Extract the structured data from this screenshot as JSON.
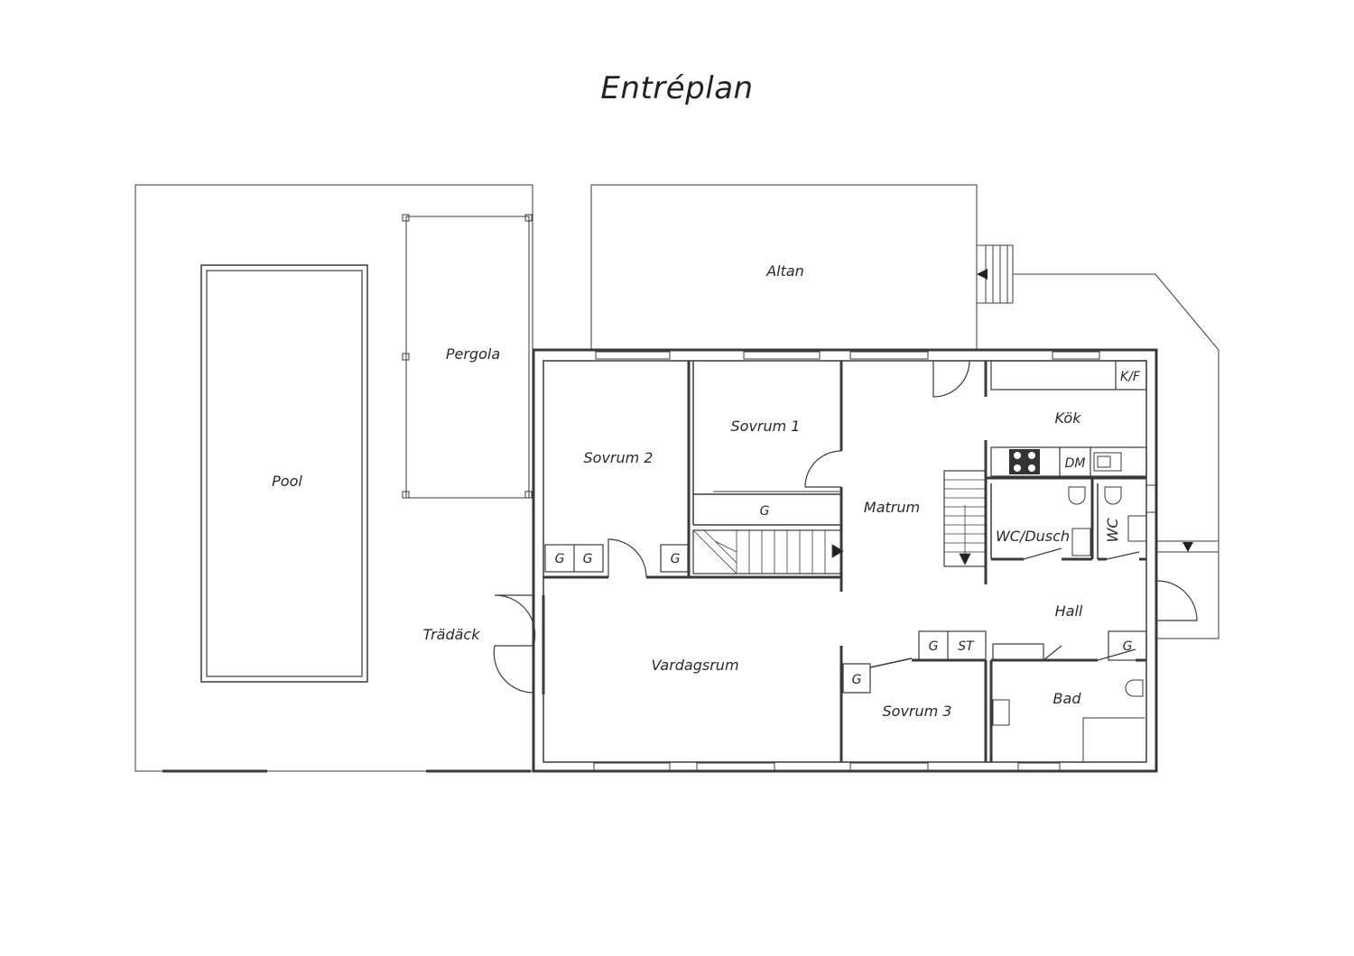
{
  "title": "Entréplan",
  "rooms": {
    "pool": "Pool",
    "pergola": "Pergola",
    "tradack": "Trädäck",
    "altan": "Altan",
    "sovrum1": "Sovrum 1",
    "sovrum2": "Sovrum 2",
    "sovrum3": "Sovrum 3",
    "matrum": "Matrum",
    "kok": "Kök",
    "wc_dusch": "WC/Dusch",
    "wc": "WC",
    "hall": "Hall",
    "vardagsrum": "Vardagsrum",
    "bad": "Bad"
  },
  "fixtures": {
    "g": "G",
    "st": "ST",
    "kf": "K/F",
    "dm": "DM"
  }
}
